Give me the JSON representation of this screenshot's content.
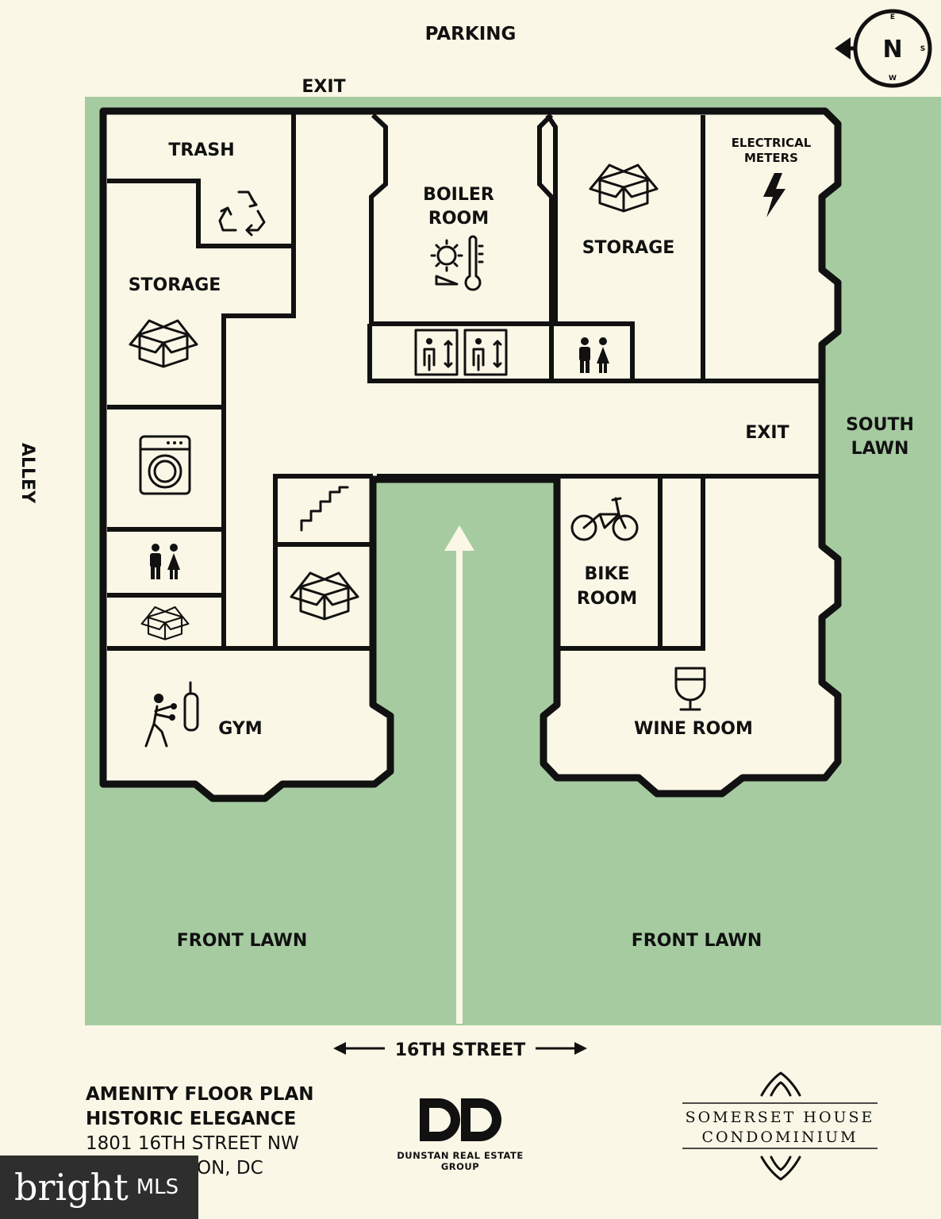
{
  "labels": {
    "parking": "PARKING",
    "exit_top": "EXIT",
    "exit_right": "EXIT",
    "alley": "ALLEY",
    "south_lawn_1": "SOUTH",
    "south_lawn_2": "LAWN",
    "front_lawn_left": "FRONT LAWN",
    "front_lawn_right": "FRONT LAWN",
    "street": "16TH STREET"
  },
  "compass": {
    "n": "N",
    "e": "E",
    "s": "S",
    "w": "W"
  },
  "rooms": {
    "trash": "TRASH",
    "boiler_1": "BOILER",
    "boiler_2": "ROOM",
    "storage_top": "STORAGE",
    "electrical_1": "ELECTRICAL",
    "electrical_2": "METERS",
    "storage_left": "STORAGE",
    "bike_1": "BIKE",
    "bike_2": "ROOM",
    "gym": "GYM",
    "wine": "WINE ROOM"
  },
  "footer": {
    "title1": "AMENITY FLOOR PLAN",
    "title2": "HISTORIC ELEGANCE",
    "address1": "1801 16TH STREET NW",
    "address2": "ON, DC"
  },
  "watermark": {
    "word": "bright",
    "suffix": "MLS"
  },
  "logos": {
    "dunstan_mark": "DD",
    "dunstan": "DUNSTAN REAL ESTATE GROUP",
    "somerset1": "SOMERSET HOUSE",
    "somerset2": "CONDOMINIUM"
  },
  "colors": {
    "background": "#faf7e6",
    "lawn": "#a6cba1",
    "wall": "#111111",
    "arrow": "#faf7e6"
  }
}
